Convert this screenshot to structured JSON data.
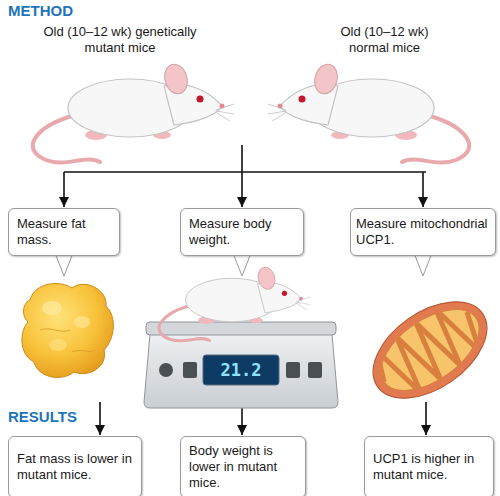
{
  "diagram": {
    "nodes": [
      {
        "text": [
          "Measure fat mass."
        ]
      },
      {
        "text": [
          "Measure body weight."
        ]
      },
      {
        "text": [
          "Measure mitochondrial UCP1."
        ]
      },
      {
        "text": [
          "Fat mass is lower in mutant mice."
        ]
      },
      {
        "text": [
          "Body weight is lower in mutant mice."
        ]
      },
      {
        "text": [
          "UCP1 is higher in mutant mice."
        ]
      }
    ],
    "edges": [
      {
        "from": 0,
        "to": 3,
        "arrow": "to"
      },
      {
        "from": 1,
        "to": 4,
        "arrow": "to"
      },
      {
        "from": 2,
        "to": 5,
        "arrow": "to"
      }
    ],
    "labels": [
      "METHOD",
      "Old (10–12 wk) genetically mutant mice",
      "Old (10–12 wk) normal mice",
      "21.2",
      "RESULTS"
    ]
  }
}
